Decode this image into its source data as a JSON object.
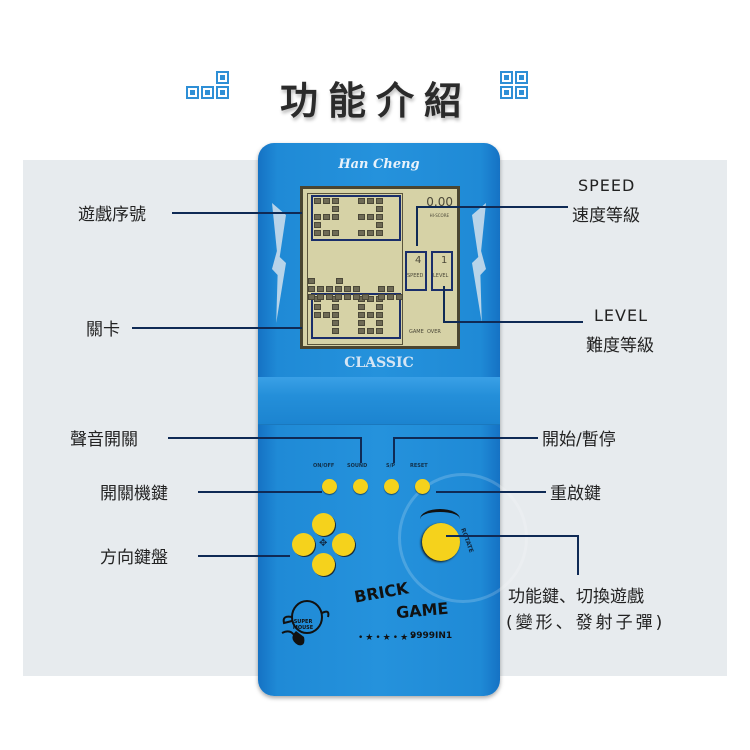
{
  "title": {
    "text": "功能介紹",
    "left_icon": "tetris-blocks-icon",
    "right_icon": "grid-blocks-icon",
    "accent_color": "#2e8fd6"
  },
  "device": {
    "brand": "Han Cheng",
    "model_badge": "CLASSIC",
    "body_color": "#2592dc",
    "button_color": "#f5d21c",
    "screen": {
      "game_number": "23",
      "level_number": "48",
      "score": "0.00",
      "hiscore_label": "HI-SCORE",
      "speed_value": "4",
      "speed_label": "SPEED",
      "level_value": "1",
      "level_label": "LEVEL",
      "status_text": "GAME  OVER"
    },
    "buttons": [
      {
        "label": "ON/OFF"
      },
      {
        "label": "SOUND"
      },
      {
        "label": "S/P"
      },
      {
        "label": "RESET"
      }
    ],
    "rotate_label": "ROTATE",
    "product_name_line1": "BRICK",
    "product_name_line2": "GAME",
    "mascot_text": "SUPER MOUSE",
    "model_count": "9999IN1"
  },
  "callouts": {
    "game_number": "遊戲序號",
    "level": "關卡",
    "speed_en": "SPEED",
    "speed_zh": "速度等級",
    "level_en": "LEVEL",
    "level_zh": "難度等級",
    "sound": "聲音開關",
    "power": "開關機鍵",
    "dpad": "方向鍵盤",
    "start_pause": "開始/暫停",
    "reset": "重啟鍵",
    "rotate_line1": "功能鍵、切換遊戲",
    "rotate_line2": "(變形、發射子彈)"
  }
}
